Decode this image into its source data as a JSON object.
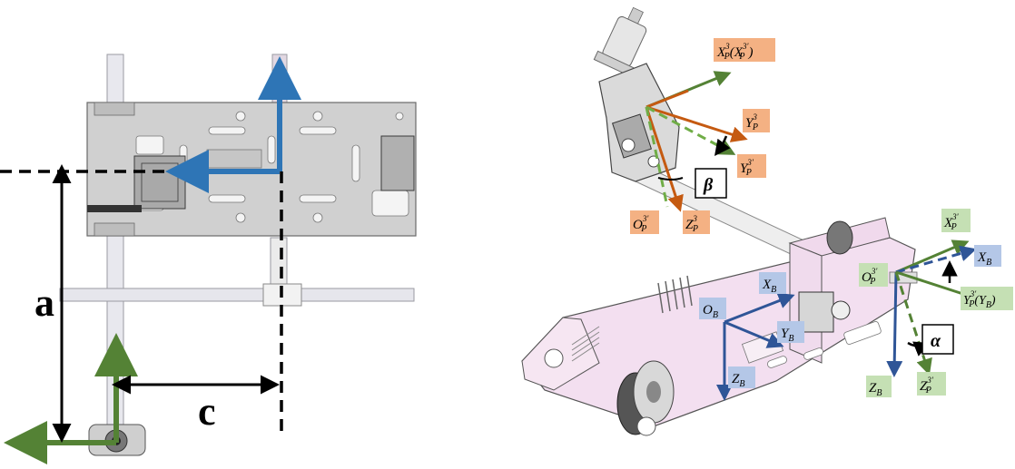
{
  "left_panel": {
    "dim_a": "a",
    "dim_c": "c"
  },
  "right_panel": {
    "angle_beta": "β",
    "angle_alpha": "α",
    "frame_labels": {
      "xp3": {
        "base": "X",
        "sub": "P",
        "sup": "3",
        "paren_base": "X",
        "paren_sub": "P",
        "paren_sup": "3'"
      },
      "yp3": {
        "base": "Y",
        "sub": "P",
        "sup": "3"
      },
      "yp3p": {
        "base": "Y",
        "sub": "P",
        "sup": "3'"
      },
      "op3p_top": {
        "base": "O",
        "sub": "P",
        "sup": "3'"
      },
      "zp3": {
        "base": "Z",
        "sub": "P",
        "sup": "3"
      },
      "xp3_green": {
        "base": "X",
        "sub": "P",
        "sup": "3'"
      },
      "xb_right": {
        "base": "X",
        "sub": "B"
      },
      "op3_right": {
        "base": "O",
        "sub": "P",
        "sup": "3'"
      },
      "yp3yb": {
        "base": "Y",
        "sub": "P",
        "sup": "3'",
        "paren_base": "Y",
        "paren_sub": "B"
      },
      "zb_right": {
        "base": "Z",
        "sub": "B"
      },
      "zp3p_right": {
        "base": "Z",
        "sub": "P",
        "sup": "3'"
      },
      "xb_base": {
        "base": "X",
        "sub": "B"
      },
      "ob_base": {
        "base": "O",
        "sub": "B"
      },
      "yb_base": {
        "base": "Y",
        "sub": "B"
      },
      "zb_base": {
        "base": "Z",
        "sub": "B"
      }
    }
  },
  "colors": {
    "blue_axis": "#2e75b6",
    "green_axis": "#548235",
    "orange_axis": "#c55a11",
    "dash_green": "#70ad47",
    "dash_blue": "#2f5597",
    "label_orange_bg": "#f4b183",
    "label_green_bg": "#c5e0b4",
    "label_blue_bg": "#b4c7e7",
    "plate_gray": "#d0d0d0",
    "plate_pink": "#f3dff0"
  }
}
